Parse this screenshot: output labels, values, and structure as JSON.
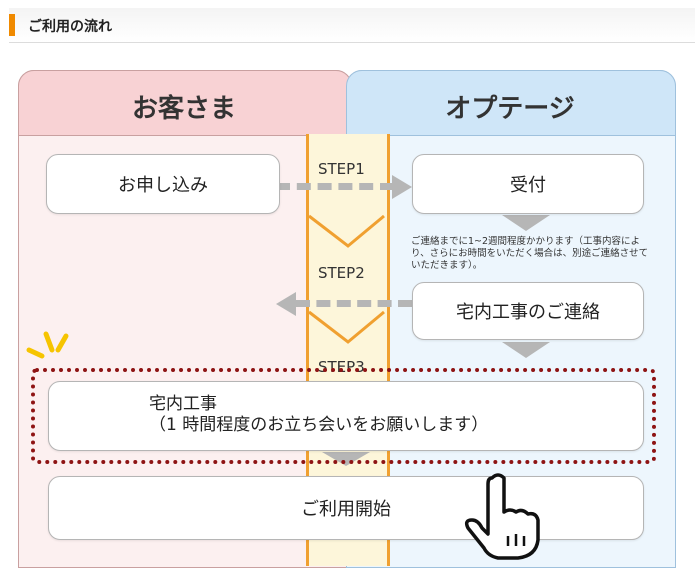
{
  "header": {
    "title": "ご利用の流れ"
  },
  "columns": {
    "customer": "お客さま",
    "provider": "オプテージ"
  },
  "steps": {
    "step1": "STEP1",
    "step2": "STEP2",
    "step3": "STEP3"
  },
  "boxes": {
    "apply": "お申し込み",
    "reception": "受付",
    "contact": "宅内工事のご連絡",
    "work_line1": "宅内工事",
    "work_line2": "（1 時間程度のお立ち会いをお願いします）",
    "start": "ご利用開始"
  },
  "note": "ご連絡までに1~2週間程度かかります（工事内容により、さらにお時間をいただく場合は、別途ご連絡させていただきます）。",
  "colors": {
    "accent": "#f08a00",
    "highlight_frame": "#8e1414",
    "customer_bg": "#fcf0f0",
    "provider_bg": "#edf6fd"
  },
  "icons": [
    "hand-pointer-icon",
    "sparkle-icon"
  ]
}
